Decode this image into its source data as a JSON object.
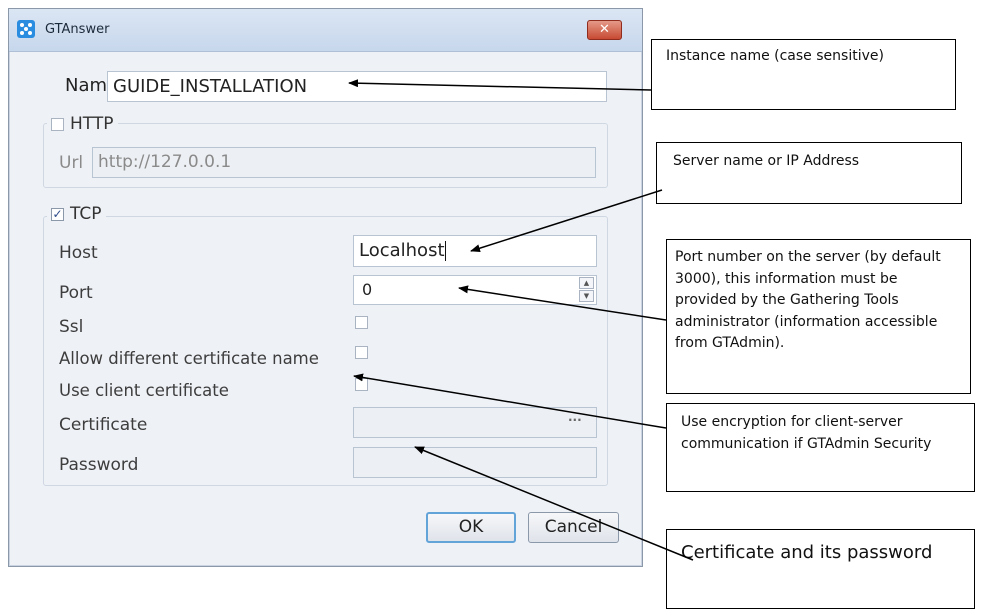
{
  "window": {
    "title": "GTAnswer",
    "close_label": "✕"
  },
  "form": {
    "name_label": "Name",
    "name_value": "GUIDE_INSTALLATION",
    "http_label": "HTTP",
    "http_checked": false,
    "url_label": "Url",
    "url_value": "http://127.0.0.1",
    "tcp_label": "TCP",
    "tcp_checked": true,
    "host_label": "Host",
    "host_value": "Localhost",
    "port_label": "Port",
    "port_value": "0",
    "ssl_label": "Ssl",
    "allow_cert_label": "Allow different certificate name",
    "client_cert_label": "Use client certificate",
    "certificate_label": "Certificate",
    "certificate_browse": "···",
    "password_label": "Password",
    "ok_label": "OK",
    "cancel_label": "Cancel"
  },
  "callouts": {
    "instance": "Instance name (case sensitive)",
    "server": "Server name or IP Address",
    "port": "Port number on the server (by default 3000), this information must be provided by the Gathering Tools administrator (information accessible from GTAdmin).",
    "encryption": "Use encryption for client-server communication if GTAdmin Security",
    "certificate": "Certificate and its password"
  }
}
